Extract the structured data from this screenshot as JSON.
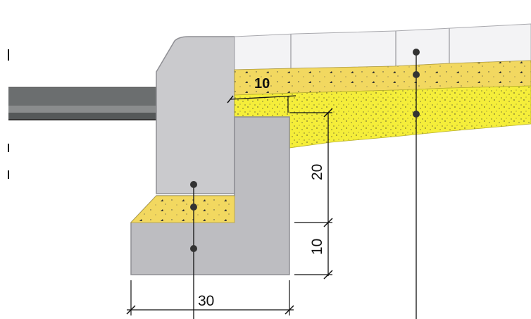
{
  "colors": {
    "concrete": "#cacacd",
    "concrete_edge": "#8f8f94",
    "foundation": "#bdbdc1",
    "base_course": "#f2d860",
    "bedding": "#f5ee3a",
    "asphalt": "#6b6e6f",
    "slab": "#f3f3f5",
    "line": "#111111"
  },
  "icons": {
    "reinforcement_marker": "dot-icon"
  },
  "dimensions": {
    "top_width": "10",
    "upper_height": "20",
    "lower_height": "10",
    "base_width": "30"
  }
}
